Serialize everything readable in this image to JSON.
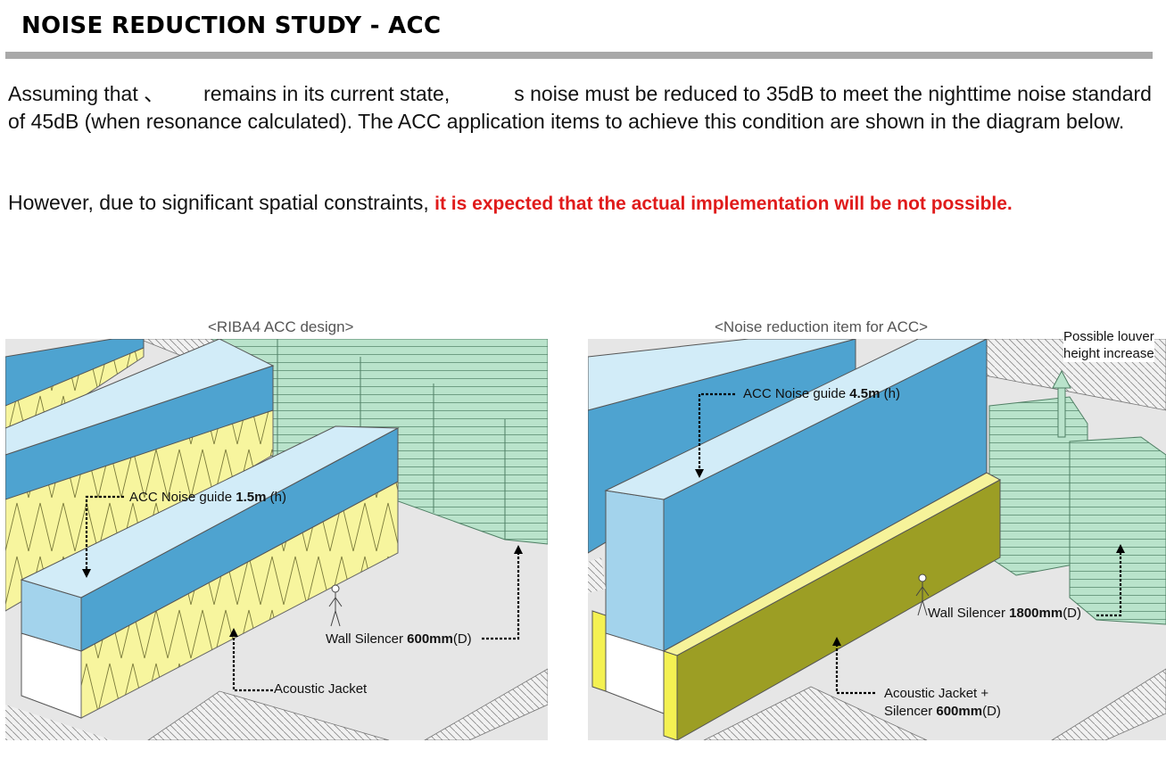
{
  "header": {
    "title": "NOISE REDUCTION STUDY - ACC"
  },
  "intro": {
    "part1": "Assuming that 、",
    "part2": "remains in its current state,",
    "part3": "s noise must be reduced to 35dB to meet the nighttime noise standard of 45dB (when resonance calculated). The ACC application items to achieve this condition are shown in the diagram below.",
    "constraint_text": "However, due to significant spatial constraints,",
    "constraint_highlight": "it is expected that the actual implementation will be not possible."
  },
  "left_diagram": {
    "caption": "<RIBA4 ACC design>",
    "noise_guide_label": "ACC Noise guide",
    "noise_guide_value": "1.5m",
    "noise_guide_unit": "(h)",
    "wall_silencer_label": "Wall Silencer",
    "wall_silencer_value": "600mm",
    "wall_silencer_unit": "(D)",
    "acoustic_jacket_label": "Acoustic Jacket"
  },
  "right_diagram": {
    "caption": "<Noise reduction item for ACC>",
    "louver_line1": "Possible louver",
    "louver_line2": "height increase",
    "noise_guide_label": "ACC Noise guide",
    "noise_guide_value": "4.5m",
    "noise_guide_unit": "(h)",
    "wall_silencer_label": "Wall Silencer",
    "wall_silencer_value": "1800mm",
    "wall_silencer_unit": "(D)",
    "jacket_line1": "Acoustic Jacket +",
    "jacket_line2_label": "Silencer",
    "jacket_line2_value": "600mm",
    "jacket_line2_unit": "(D)"
  },
  "colors": {
    "title_bar": "#a9a9a9",
    "highlight": "#e01b1b",
    "blue_top": "#d2ecf8",
    "blue_side": "#4ea3d0",
    "blue_end": "#a3d3ec",
    "yellow_jacket": "#f7f59e",
    "olive_silencer": "#9c9e24",
    "green_wall": "#b9e3cb",
    "floor": "#e6e6e6"
  }
}
